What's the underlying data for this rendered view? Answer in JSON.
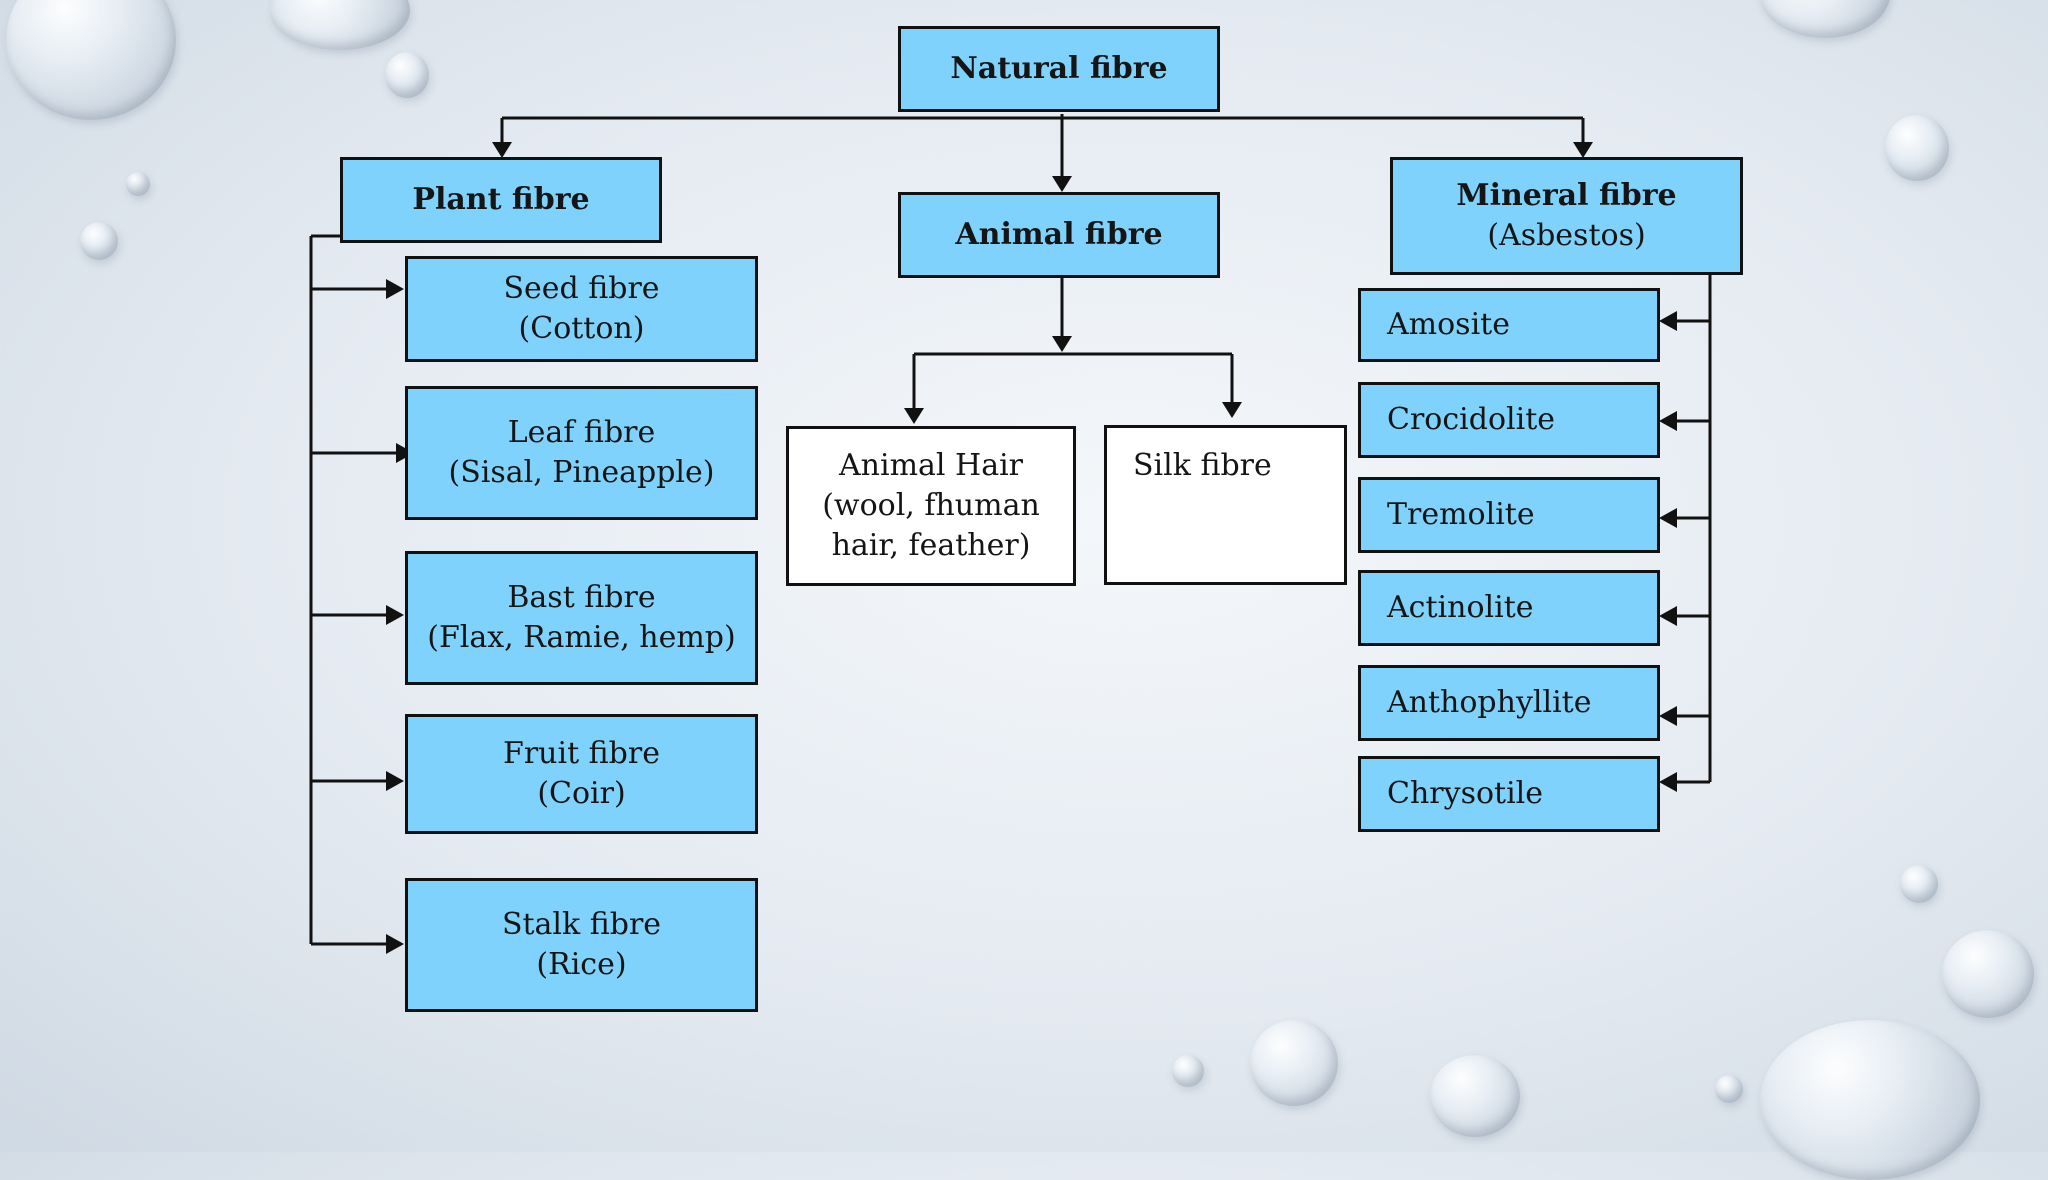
{
  "root": {
    "label": "Natural fibre"
  },
  "plant": {
    "label": "Plant fibre",
    "children": [
      {
        "line1": "Seed fibre",
        "line2": "(Cotton)"
      },
      {
        "line1": "Leaf fibre",
        "line2": "(Sisal, Pineapple)"
      },
      {
        "line1": "Bast fibre",
        "line2": "(Flax, Ramie, hemp)"
      },
      {
        "line1": "Fruit fibre",
        "line2": "(Coir)"
      },
      {
        "line1": "Stalk fibre",
        "line2": "(Rice)"
      }
    ]
  },
  "animal": {
    "label": "Animal fibre",
    "children": [
      {
        "line1": "Animal Hair",
        "line2": "(wool, fhuman",
        "line3": "hair, feather)"
      },
      {
        "line1": "Silk fibre"
      }
    ]
  },
  "mineral": {
    "label": "Mineral fibre",
    "sublabel": "(Asbestos)",
    "children": [
      "Amosite",
      "Crocidolite",
      "Tremolite",
      "Actinolite",
      "Anthophyllite",
      "Chrysotile"
    ]
  },
  "colors": {
    "box_fill": "#7fd2fb",
    "border": "#111111",
    "white_box": "#ffffff"
  }
}
